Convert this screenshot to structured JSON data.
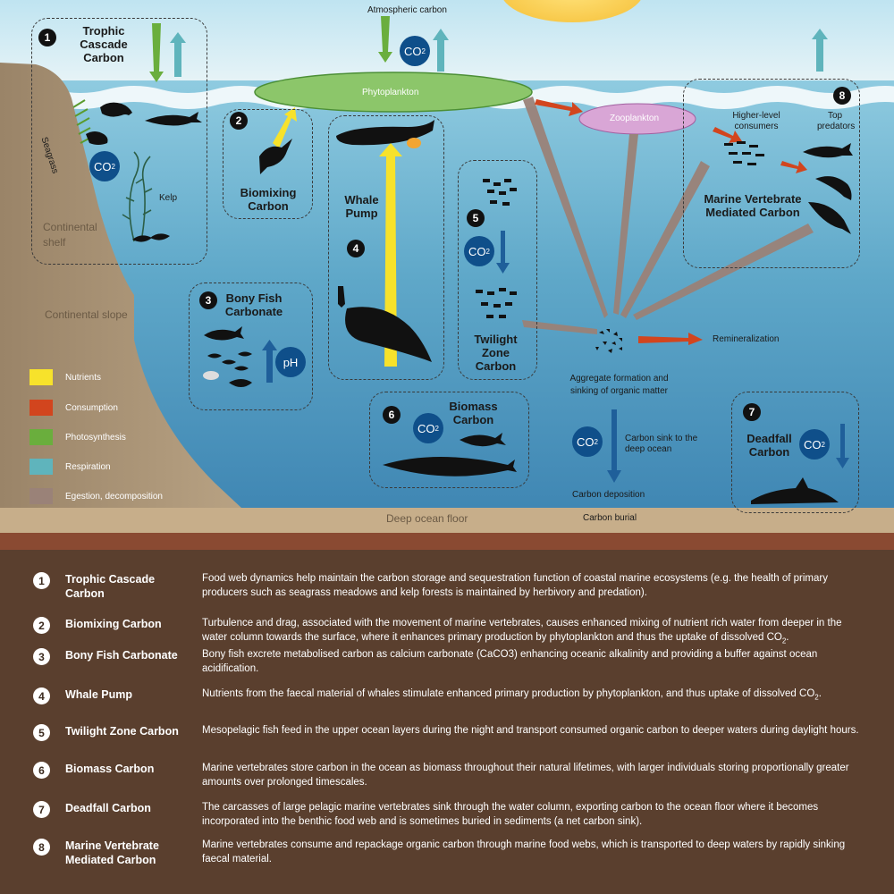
{
  "scene": {
    "atmospheric_carbon": "Atmospheric carbon",
    "phytoplankton": "Phytoplankton",
    "zooplankton": "Zooplankton",
    "seagrass": "Seagrass",
    "kelp": "Kelp",
    "continental_shelf": "Continental shelf",
    "continental_slope": "Continental slope",
    "deep_ocean_floor": "Deep ocean floor",
    "higher_consumers": "Higher-level consumers",
    "top_predators": "Top predators",
    "remineralization": "Remineralization",
    "aggregate": "Aggregate formation and sinking of organic matter",
    "carbon_sink": "Carbon sink to the deep ocean",
    "carbon_deposition": "Carbon deposition",
    "carbon_burial": "Carbon burial",
    "co2": "CO",
    "co2_sub": "2",
    "ph": "pH"
  },
  "boxes": [
    {
      "num": "1",
      "title": "Trophic Cascade Carbon"
    },
    {
      "num": "2",
      "title": "Biomixing Carbon"
    },
    {
      "num": "3",
      "title": "Bony Fish Carbonate"
    },
    {
      "num": "4",
      "title": "Whale Pump"
    },
    {
      "num": "5",
      "title": "Twilight Zone Carbon"
    },
    {
      "num": "6",
      "title": "Biomass Carbon"
    },
    {
      "num": "7",
      "title": "Deadfall Carbon"
    },
    {
      "num": "8",
      "title": "Marine Vertebrate Mediated Carbon"
    }
  ],
  "legend": [
    {
      "label": "Nutrients",
      "color": "#f7e22b"
    },
    {
      "label": "Consumption",
      "color": "#d2451e"
    },
    {
      "label": "Photosynthesis",
      "color": "#6aae3d"
    },
    {
      "label": "Respiration",
      "color": "#5fb4bc"
    },
    {
      "label": "Egestion, decomposition",
      "color": "#9a8278"
    }
  ],
  "descriptions": [
    {
      "num": "1",
      "name": "Trophic Cascade Carbon",
      "text": "Food web dynamics help maintain the carbon storage and sequestration function of coastal marine ecosystems (e.g. the health of primary producers such as seagrass meadows and kelp forests is maintained by herbivory and predation)."
    },
    {
      "num": "2",
      "name": "Biomixing Carbon",
      "text": "Turbulence and drag, associated with the movement of marine vertebrates, causes enhanced mixing of nutrient rich water from deeper in the water column towards the surface, where it enhances primary production by phytoplankton and thus the uptake of dissolved CO2."
    },
    {
      "num": "3",
      "name": "Bony Fish Carbonate",
      "text": "Bony fish excrete metabolised carbon as calcium carbonate (CaCO3) enhancing oceanic alkalinity and providing a buffer against ocean acidification."
    },
    {
      "num": "4",
      "name": "Whale Pump",
      "text": "Nutrients from the faecal material of whales stimulate enhanced primary production by phytoplankton, and thus uptake of dissolved CO2."
    },
    {
      "num": "5",
      "name": "Twilight Zone Carbon",
      "text": "Mesopelagic fish feed in the upper ocean layers during the night and transport consumed organic carbon to deeper waters during daylight hours."
    },
    {
      "num": "6",
      "name": "Biomass Carbon",
      "text": "Marine vertebrates store carbon in the ocean as biomass throughout their natural lifetimes, with larger individuals storing proportionally greater amounts over prolonged timescales."
    },
    {
      "num": "7",
      "name": "Deadfall Carbon",
      "text": "The carcasses of large pelagic marine vertebrates sink through the water column, exporting carbon to the ocean floor where it becomes incorporated into the benthic food web and is sometimes buried in sediments (a net carbon sink)."
    },
    {
      "num": "8",
      "name": "Marine Vertebrate Mediated Carbon",
      "text": "Marine vertebrates consume and repackage organic carbon through marine food webs, which is transported to deep waters by rapidly sinking faecal material."
    }
  ]
}
